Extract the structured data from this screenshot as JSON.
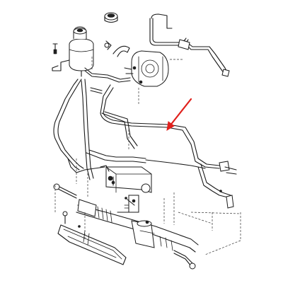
{
  "diagram": {
    "type": "exploded-parts-illustration",
    "subject": "power-steering-hose-assembly",
    "highlight": {
      "color": "#e0201c",
      "target": "pressure-line"
    }
  }
}
